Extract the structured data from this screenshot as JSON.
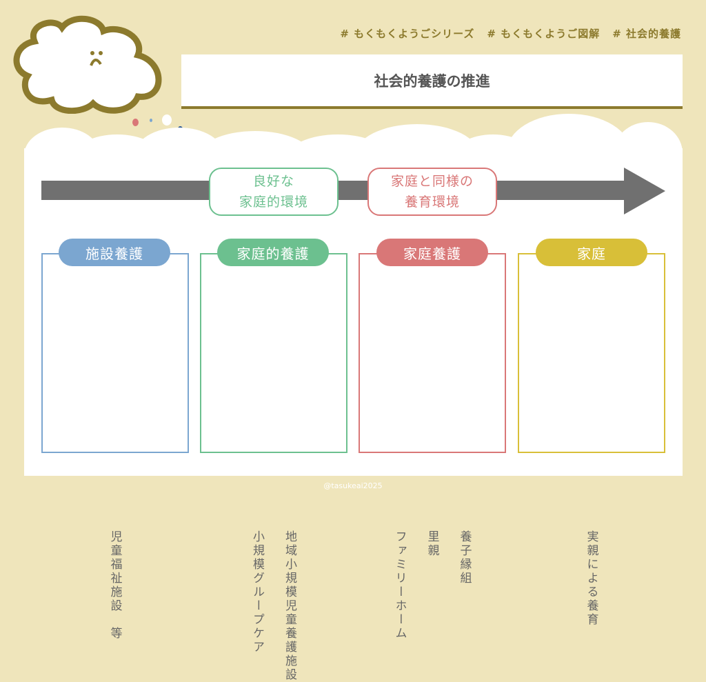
{
  "tags": [
    "# もくもくようごシリーズ",
    "# もくもくようご図解",
    "# 社会的養護"
  ],
  "title": "社会的養護の推進",
  "arrow_labels": [
    {
      "lines": [
        "良好な",
        "家庭的環境"
      ],
      "color": "#6cc08f"
    },
    {
      "lines": [
        "家庭と同様の",
        "養育環境"
      ],
      "color": "#d97777"
    }
  ],
  "categories": [
    {
      "label": "施設養護",
      "color": "#7ba6d0",
      "items": [
        "児童福祉施設　等"
      ]
    },
    {
      "label": "家庭的養護",
      "color": "#6cc08f",
      "items": [
        "地域小規模児童養護施設",
        "小規模グループケア"
      ]
    },
    {
      "label": "家庭養護",
      "color": "#d97777",
      "items": [
        "養子縁組",
        "里親",
        "ファミリーホーム"
      ]
    },
    {
      "label": "家庭",
      "color": "#d8bf38",
      "items": [
        "実親による養育"
      ]
    }
  ],
  "credit": "@tasukeai2025",
  "colors": {
    "background": "#efe5bb",
    "accent": "#8c7a2d",
    "arrow": "#707070"
  }
}
